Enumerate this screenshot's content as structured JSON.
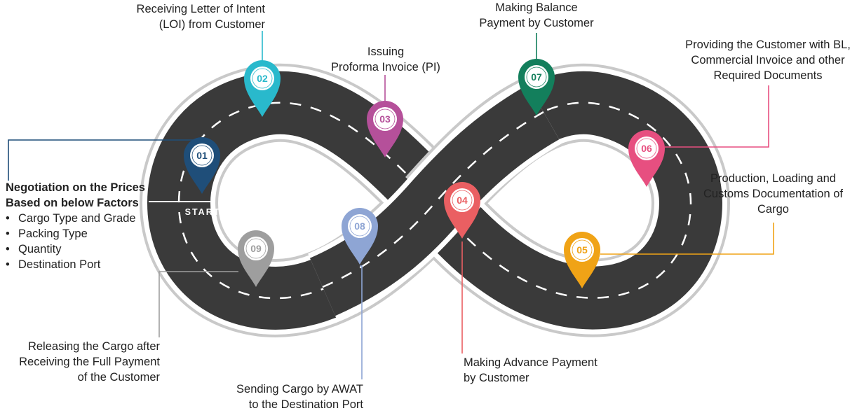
{
  "start_label": "START",
  "steps": [
    {
      "number": "01",
      "color": "#1f4e79",
      "title_lines": [
        "Negotiation on the Prices",
        "Based on below Factors"
      ],
      "bullets": [
        "Cargo Type and Grade",
        "Packing Type",
        "Quantity",
        "Destination Port"
      ]
    },
    {
      "number": "02",
      "color": "#29b9cc",
      "lines": [
        "Receiving Letter of Intent",
        "(LOI) from Customer"
      ]
    },
    {
      "number": "03",
      "color": "#b5509a",
      "lines": [
        "Issuing",
        "Proforma Invoice (PI)"
      ]
    },
    {
      "number": "04",
      "color": "#ea5f62",
      "lines": [
        "Making Advance Payment",
        "by Customer"
      ]
    },
    {
      "number": "05",
      "color": "#f0a316",
      "lines": [
        "Production, Loading and",
        "Customs Documentation of",
        "Cargo"
      ]
    },
    {
      "number": "06",
      "color": "#e74f80",
      "lines": [
        "Providing the Customer with BL,",
        "Commercial Invoice and other",
        "Required Documents"
      ]
    },
    {
      "number": "07",
      "color": "#137f5c",
      "lines": [
        "Making Balance",
        "Payment by Customer"
      ]
    },
    {
      "number": "08",
      "color": "#8ea5d4",
      "lines": [
        "Sending Cargo by AWAT",
        "to the Destination Port"
      ]
    },
    {
      "number": "09",
      "color": "#9e9e9e",
      "lines": [
        "Releasing the Cargo after",
        "Receiving the Full Payment",
        "of the Customer"
      ]
    }
  ]
}
